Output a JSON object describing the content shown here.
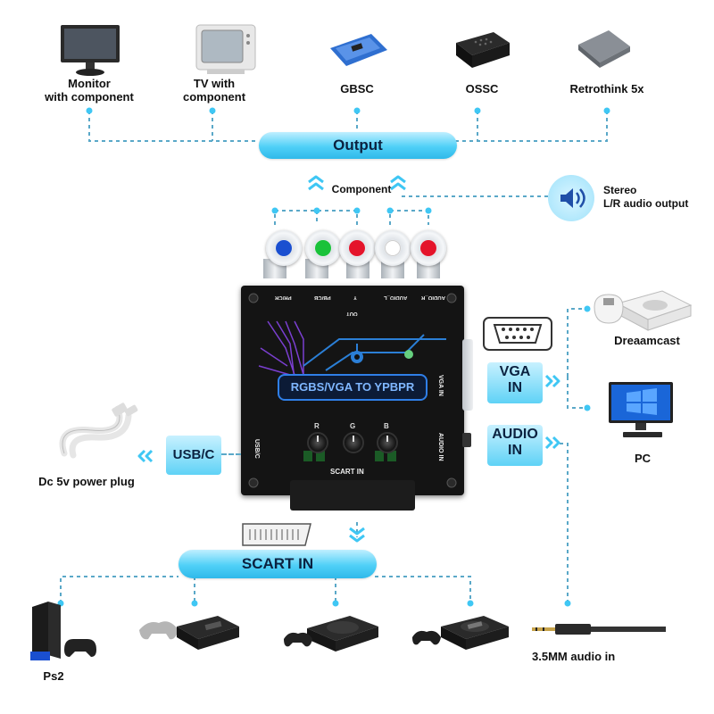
{
  "output_devices": [
    {
      "label": "Monitor\nwith component",
      "icon": "monitor-icon"
    },
    {
      "label": "TV with\ncomponent",
      "icon": "crt-tv-icon"
    },
    {
      "label": "GBSC",
      "icon": "gbsc-board-icon"
    },
    {
      "label": "OSSC",
      "icon": "ossc-box-icon"
    },
    {
      "label": "Retrothink 5x",
      "icon": "retrothink-box-icon"
    }
  ],
  "output_label": "Output",
  "component_label": "Component",
  "audio_output_label": "Stereo\nL/R audio output",
  "device": {
    "title": "RGBS/VGA TO YPBPR",
    "port_labels": [
      "PR/CR",
      "PB/CB",
      "Y",
      "AUDIO_L",
      "AUDIO_R"
    ],
    "out_label": "OUT",
    "side_vga": "VGA IN",
    "side_audio": "AUDIO IN",
    "side_usbc": "USB/C",
    "knob_labels": [
      "R",
      "G",
      "B"
    ],
    "scart_in": "SCART IN"
  },
  "rca_colors": [
    "#1a4fd0",
    "#19c23a",
    "#e4142b",
    "#ffffff",
    "#e4142b"
  ],
  "vga_in_label": "VGA\nIN",
  "audio_in_label": "AUDIO\nIN",
  "usbc_label": "USB/C",
  "power_label": "Dc 5v power plug",
  "dreamcast_label": "Dreaamcast",
  "pc_label": "PC",
  "scart_in_label": "SCART IN",
  "console_devices": [
    {
      "label": "Ps2",
      "icon": "ps2-console-icon"
    },
    {
      "label": "",
      "icon": "n64-console-icon"
    },
    {
      "label": "",
      "icon": "saturn-console-icon"
    },
    {
      "label": "",
      "icon": "megadrive-console-icon"
    }
  ],
  "audio_jack_label": "3.5MM audio in",
  "colors": {
    "accent": "#3fc7f4",
    "dash": "#59a9c9",
    "device_body": "#121212"
  }
}
